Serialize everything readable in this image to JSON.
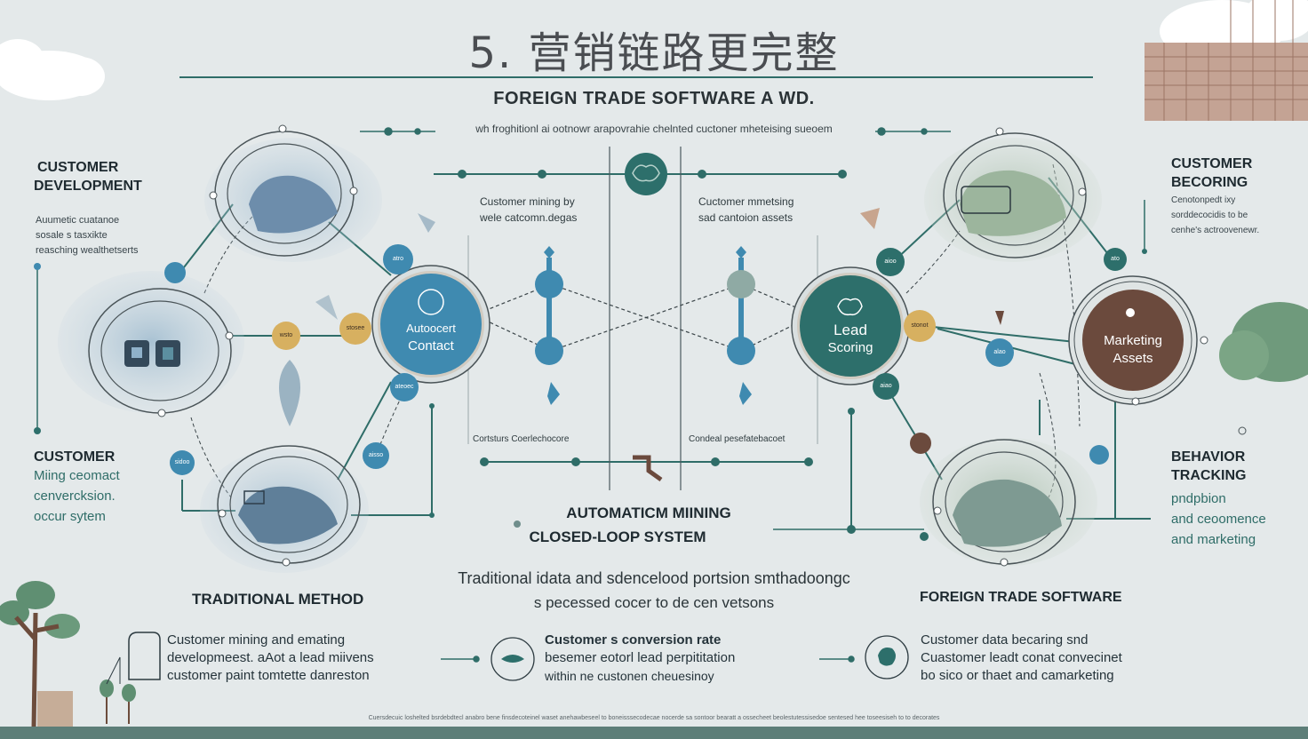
{
  "header": {
    "title": "5. 营销链路更完整",
    "subtitle": "FOREIGN TRADE SOFTWARE A WD.",
    "tagline": "wh froghitionl ai ootnowr arapovrahie chelnted cuctoner mheteising sueoem"
  },
  "left_panel": {
    "dev_title_1": "CUSTOMER",
    "dev_title_2": "DEVELOPMENT",
    "dev_desc_1": "Auumetic cuatanoe",
    "dev_desc_2": "sosale s tasxikte",
    "dev_desc_3": "reasching wealthetserts",
    "mining_title": "CUSTOMER",
    "mining_line_1": "Miing ceomact",
    "mining_line_2": "cenvercksion.",
    "mining_line_3": "occur sytem",
    "method_title": "TRADITIONAL METHOD"
  },
  "right_panel": {
    "becoring_title_1": "CUSTOMER",
    "becoring_title_2": "BECORING",
    "becoring_desc_1": "Cenotonpedt ixy",
    "becoring_desc_2": "sorddecocidis to be",
    "becoring_desc_3": "cenhe's actroovenewr.",
    "behavior_title_1": "BEHAVIOR",
    "behavior_title_2": "TRACKING",
    "behavior_line_1": "pndpbion",
    "behavior_line_2": "and ceoomence",
    "behavior_line_3": "and marketing",
    "software_title": "FOREIGN TRADE SOFTWARE"
  },
  "nodes": {
    "auto_contact_1": "Autoocert",
    "auto_contact_2": "Contact",
    "lead_scoring_1": "Lead",
    "lead_scoring_2": "Scoring",
    "marketing_assets_1": "Marketing",
    "marketing_assets_2": "Assets",
    "mini_yellow_left": "wsto",
    "mini_yellow_mid": "stosee",
    "mini_yellow_right": "stonot",
    "mini_blue_1": "atro",
    "mini_blue_2": "ateoec",
    "mini_blue_3": "aisso",
    "mini_blue_4": "sidoo",
    "mini_green_1": "aioo",
    "mini_green_2": "aiao",
    "mini_blue_right": "alao",
    "mini_green_right": "ato"
  },
  "center": {
    "col_left_1": "Customer mining by",
    "col_left_2": "wele catcomn.degas",
    "col_right_1": "Cuctomer mmetsing",
    "col_right_2": "sad cantoion assets",
    "col_left_bottom": "Cortsturs Coerlechocore",
    "col_right_bottom": "Condeal pesefatebacoet",
    "automation_1": "AUTOMATICM MIINING",
    "automation_2": "CLOSED-LOOP SYSTEM",
    "mid_line_1": "Traditional idata and sdencelood portsion smthadoongc",
    "mid_line_2": "s pecessed cocer to de cen vetsons"
  },
  "bottom": {
    "left_1": "Customer mining and emating",
    "left_2": "developmeest. aAot a lead miivens",
    "left_3": "customer paint tomtette danreston",
    "mid_1": "Customer s conversion rate",
    "mid_2": "besemer eotorl lead perpititation",
    "mid_3": "within ne custonen cheuesinoy",
    "right_1": "Customer data becaring snd",
    "right_2": "Cuastomer leadt conat convecinet",
    "right_3": "bo sico or thaet and camarketing"
  },
  "footer": {
    "text": "Cuersdecuic loshelted bsrdebdtecl anabro bene finsdecoteinel waset anehawbeseel to boneisssecodecae nocerde sa sontoor bearatt a ossecheet beolestutessisedoe sentesed hee toseesiseh to to decorates"
  },
  "colors": {
    "teal": "#2d6f6b",
    "blue": "#3f8ab0",
    "brown": "#6b4a3d",
    "yellow": "#d7b060",
    "line": "#2f6d68"
  }
}
